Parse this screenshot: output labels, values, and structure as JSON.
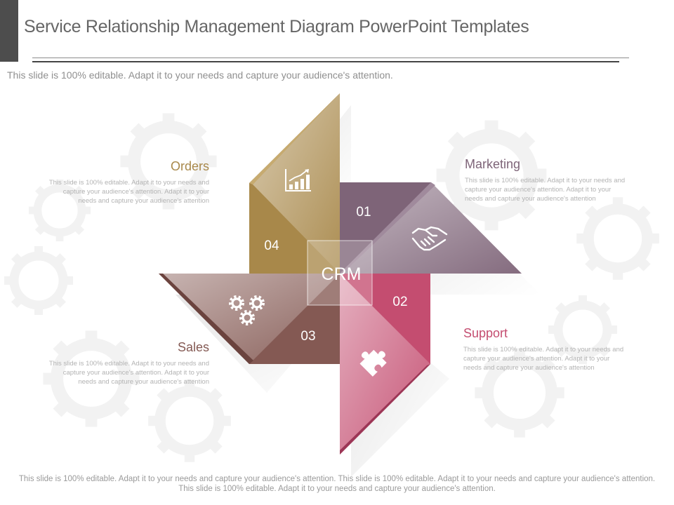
{
  "header": {
    "title": "Service Relationship Management Diagram PowerPoint Templates",
    "subtitle": "This slide is 100% editable. Adapt it to your needs and capture your audience's attention."
  },
  "diagram": {
    "center_label": "CRM",
    "segments": [
      {
        "number": "01",
        "heading": "Marketing",
        "icon": "handshake-icon",
        "color": "#7e6478",
        "description": "This slide is 100% editable. Adapt it to your needs and capture your audience's attention. Adapt it to your needs and capture your audience's attention"
      },
      {
        "number": "02",
        "heading": "Support",
        "icon": "puzzle-icon",
        "color": "#c44d70",
        "description": "This slide is 100% editable. Adapt it to your needs and capture your audience's attention. Adapt it to your needs and capture your audience's attention"
      },
      {
        "number": "03",
        "heading": "Sales",
        "icon": "gears-icon",
        "color": "#845953",
        "description": "This slide is 100% editable. Adapt it to your needs and capture your audience's attention. Adapt it to your needs and capture your audience's attention"
      },
      {
        "number": "04",
        "heading": "Orders",
        "icon": "bar-chart-icon",
        "color": "#a8884a",
        "description": "This slide is 100% editable. Adapt it to your needs and capture your audience's attention. Adapt it to your needs and capture your audience's attention"
      }
    ]
  },
  "footer": {
    "text": "This slide is 100% editable. Adapt it to your needs and capture your audience's attention. This slide is 100% editable. Adapt it to your needs and capture your audience's attention. This slide is 100% editable. Adapt it to your needs and capture your audience's attention."
  }
}
